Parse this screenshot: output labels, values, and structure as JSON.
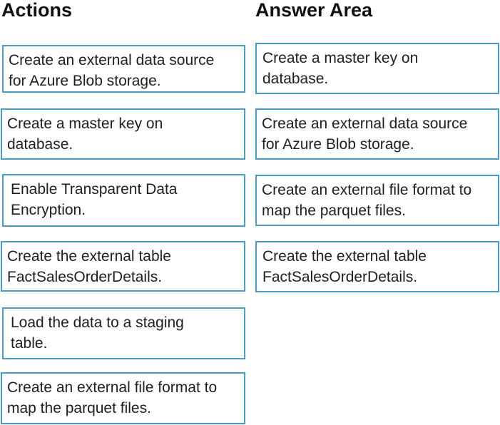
{
  "headings": {
    "actions": "Actions",
    "answer_area": "Answer Area"
  },
  "actions": [
    {
      "text": "Create an external data source\nfor Azure Blob storage."
    },
    {
      "text": "Create a master key on\ndatabase."
    },
    {
      "text": "Enable Transparent Data\nEncryption."
    },
    {
      "text": "Create the external table\nFactSalesOrderDetails."
    },
    {
      "text": "Load the data to a staging\ntable."
    },
    {
      "text": "Create an external file format to\nmap the parquet files."
    }
  ],
  "answer_area": [
    {
      "text": "Create a master key on\ndatabase."
    },
    {
      "text": "Create an external data source\nfor Azure Blob storage."
    },
    {
      "text": "Create an external file format to\nmap the parquet files."
    },
    {
      "text": "Create the external table\nFactSalesOrderDetails."
    }
  ],
  "colors": {
    "box_border": "#4a9cc6",
    "heading_text": "#111111",
    "body_text": "#1f1f1f",
    "background": "#ffffff"
  }
}
